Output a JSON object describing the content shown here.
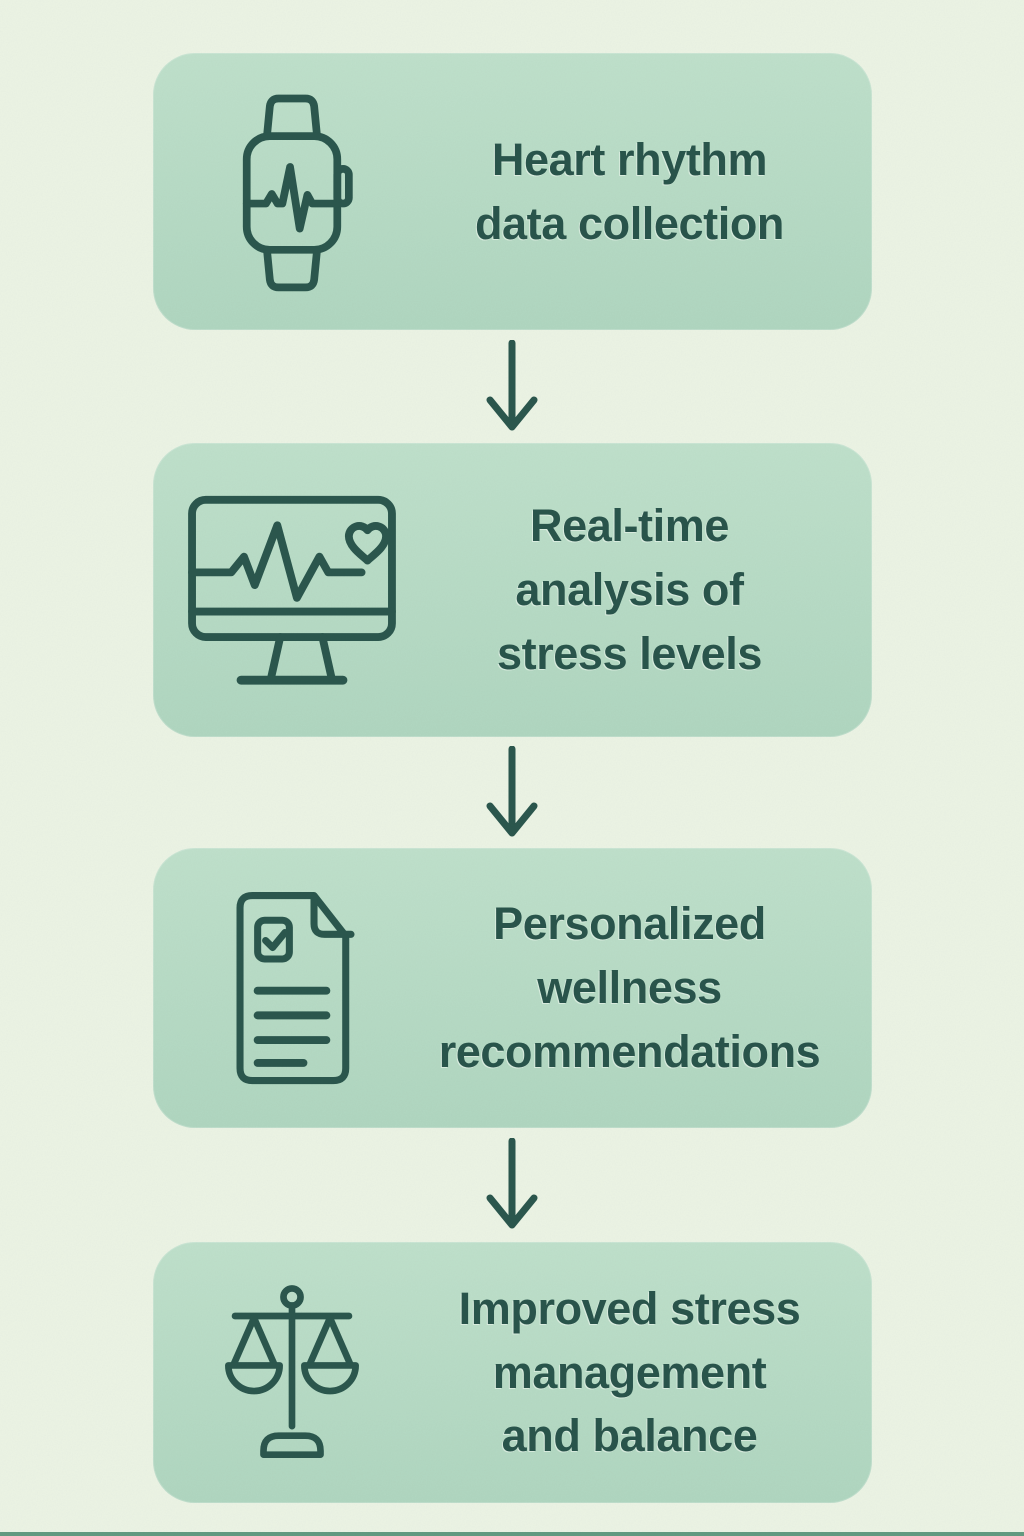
{
  "page": {
    "background_color": "#ebf3e4",
    "card_color": "#b6d9c3",
    "ink_color": "#2b574d",
    "bottom_strip_color": "#639a81"
  },
  "flow": {
    "direction": "vertical",
    "connector": "down-arrow",
    "steps": [
      {
        "id": 1,
        "icon": "smartwatch-ecg-icon",
        "label": "Heart rhythm\ndata collection"
      },
      {
        "id": 2,
        "icon": "monitor-heart-ecg-icon",
        "label": "Real-time\nanalysis of\nstress levels"
      },
      {
        "id": 3,
        "icon": "document-checklist-icon",
        "label": "Personalized\nwellness\nrecommendations"
      },
      {
        "id": 4,
        "icon": "balance-scale-icon",
        "label": "Improved stress\nmanagement\nand balance"
      }
    ]
  }
}
